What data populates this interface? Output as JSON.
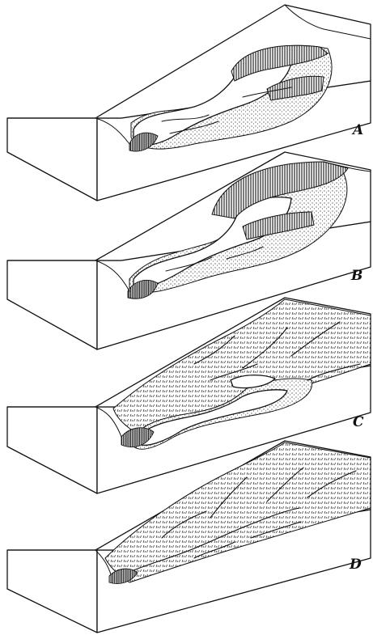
{
  "figure": {
    "panels": [
      {
        "id": "A",
        "label": "A"
      },
      {
        "id": "B",
        "label": "B"
      },
      {
        "id": "C",
        "label": "C"
      },
      {
        "id": "D",
        "label": "D"
      }
    ],
    "colors": {
      "ink": "#111111",
      "paper": "#ffffff"
    }
  }
}
